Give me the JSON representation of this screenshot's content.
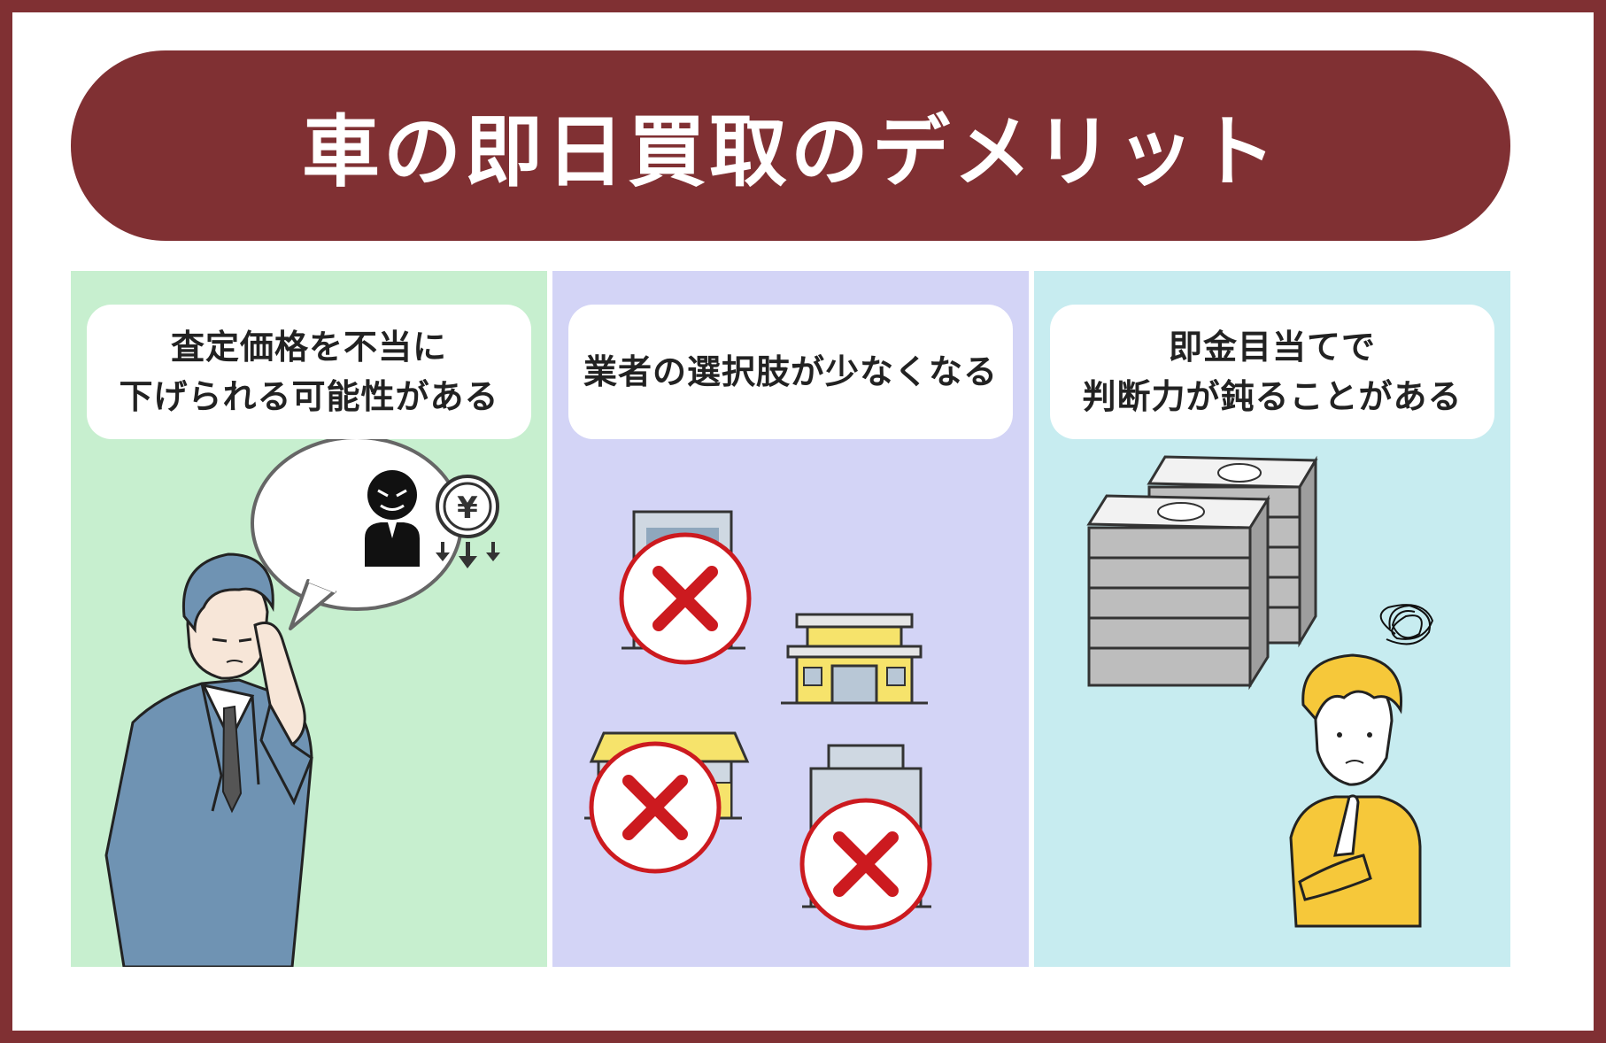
{
  "header": {
    "title": "車の即日買取のデメリット"
  },
  "panels": [
    {
      "caption_lines": [
        "査定価格を不当に",
        "下げられる可能性がある"
      ],
      "illustration": "worried-businessman-with-price-drop-speech-bubble"
    },
    {
      "caption_lines": [
        "業者の選択肢が少なくなる"
      ],
      "illustration": "crossed-out-shop-buildings"
    },
    {
      "caption_lines": [
        "即金目当てで",
        "判断力が鈍ることがある"
      ],
      "illustration": "confused-person-with-cash-stacks"
    }
  ],
  "symbols": {
    "yen": "¥"
  },
  "colors": {
    "frame": "#803033",
    "panel_1": "#c7efcf",
    "panel_2": "#d3d4f6",
    "panel_3": "#c7ecf0",
    "cross": "#cc1a1f"
  }
}
